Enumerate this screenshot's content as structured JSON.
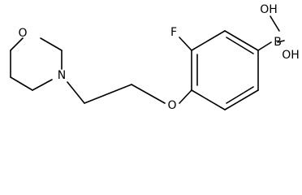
{
  "molecule": {
    "atoms": {
      "ring_oxygen": "O",
      "nitrogen": "N",
      "ether_oxygen": "O",
      "fluorine": "F",
      "boron": "B",
      "hydroxyl_top": "OH",
      "hydroxyl_right": "OH"
    }
  }
}
